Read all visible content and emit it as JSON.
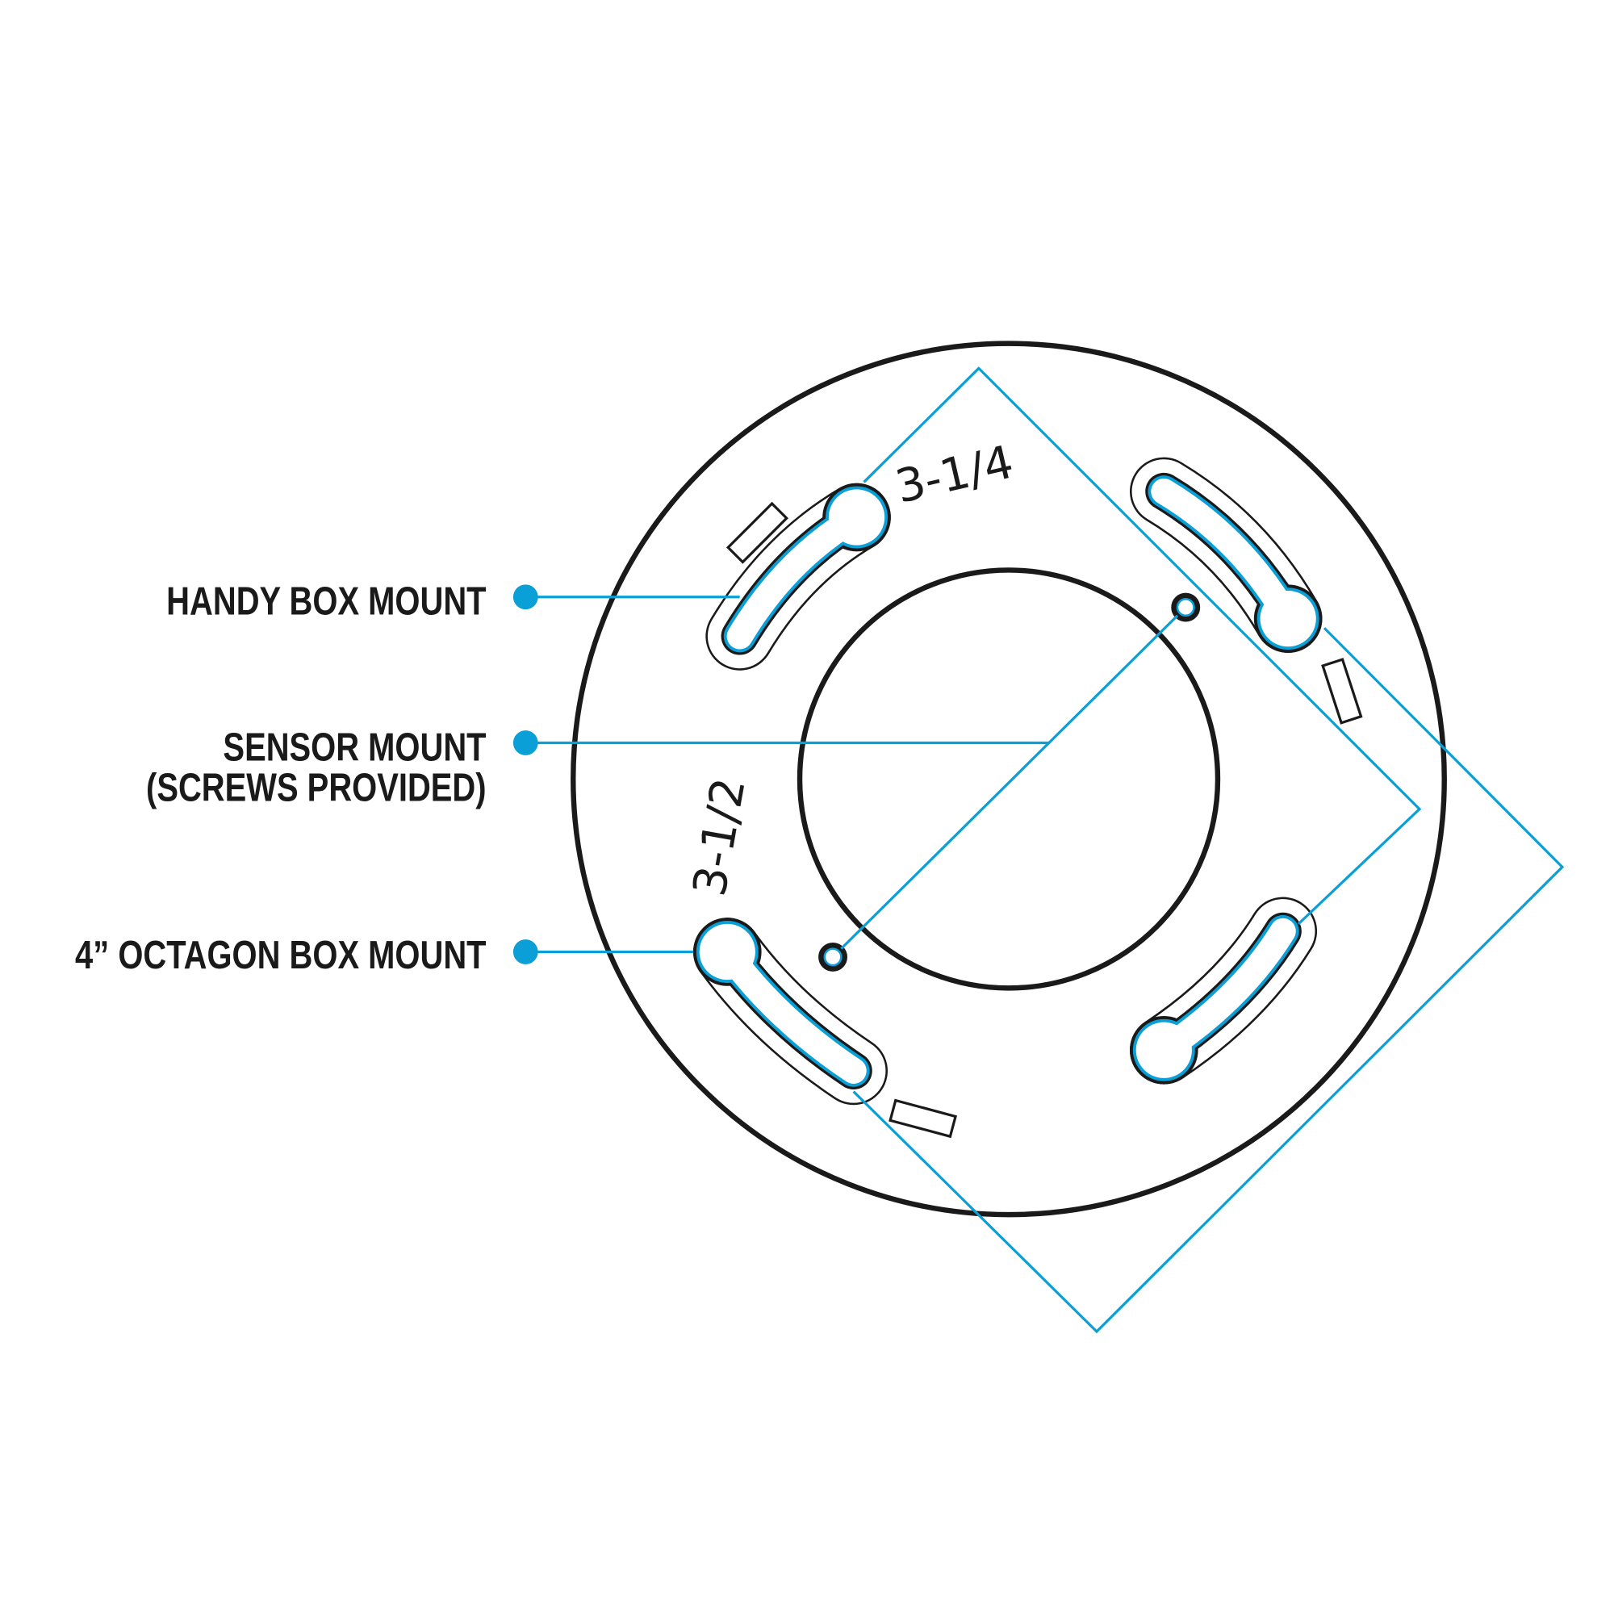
{
  "labels": {
    "handy_box": "HANDY BOX MOUNT",
    "sensor_line1": "SENSOR MOUNT",
    "sensor_line2": "(SCREWS PROVIDED)",
    "octagon_box": "4” OCTAGON BOX MOUNT"
  },
  "dimensions": {
    "handy_spacing": "3-1/4",
    "octagon_spacing": "3-1/2"
  },
  "colors": {
    "accent": "#0a9fd6",
    "line": "#1a1a1a"
  }
}
